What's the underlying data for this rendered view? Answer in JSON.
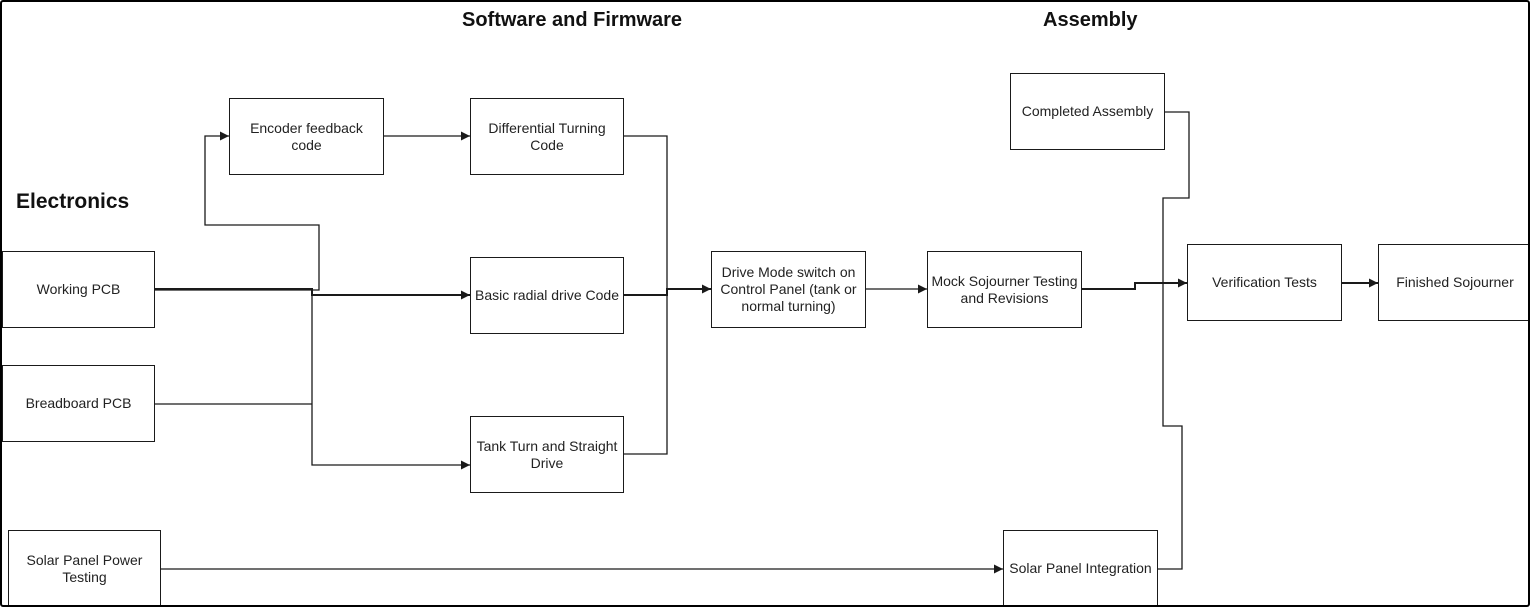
{
  "headings": {
    "software_firmware": "Software and Firmware",
    "assembly": "Assembly",
    "electronics": "Electronics"
  },
  "nodes": {
    "working_pcb": "Working PCB",
    "breadboard_pcb": "Breadboard PCB",
    "solar_power_testing": "Solar Panel Power Testing",
    "encoder_feedback": "Encoder feedback code",
    "differential_turning": "Differential Turning Code",
    "basic_radial_drive": "Basic radial drive Code",
    "tank_turn": "Tank Turn and Straight Drive",
    "drive_mode_switch": "Drive Mode switch on Control Panel (tank or normal turning)",
    "mock_sojourner": "Mock Sojourner Testing and Revisions",
    "completed_assembly": "Completed Assembly",
    "verification_tests": "Verification Tests",
    "finished_sojourner": "Finished Sojourner",
    "solar_integration": "Solar Panel Integration"
  },
  "colors": {
    "line": "#1a1a1a",
    "box_border": "#1a1a1a",
    "background": "#ffffff"
  }
}
